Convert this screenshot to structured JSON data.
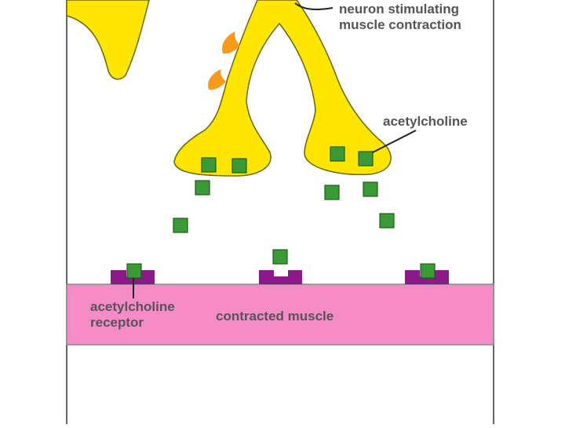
{
  "labels": {
    "neuron": [
      "neuron stimulating",
      "muscle contraction"
    ],
    "acetylcholine": "acetylcholine",
    "receptor": [
      "acetylcholine",
      "receptor"
    ],
    "muscle": "contracted muscle"
  },
  "colors": {
    "neuron": "#ffe600",
    "neuron_outline": "#6b6400",
    "molecule": "#3a9a36",
    "molecule_outline": "#1f5a1c",
    "receptor": "#8a1a8a",
    "muscle": "#f58cc8",
    "muscle_outline": "#8a8a8a",
    "vesicle": "#f79a1a",
    "frame": "#333333"
  },
  "components": {
    "molecules": [
      "acetylcholine",
      "acetylcholine",
      "acetylcholine",
      "acetylcholine",
      "acetylcholine",
      "acetylcholine",
      "acetylcholine",
      "acetylcholine",
      "acetylcholine",
      "acetylcholine",
      "acetylcholine",
      "acetylcholine"
    ],
    "receptors": [
      "acetylcholine receptor",
      "acetylcholine receptor",
      "acetylcholine receptor"
    ]
  }
}
